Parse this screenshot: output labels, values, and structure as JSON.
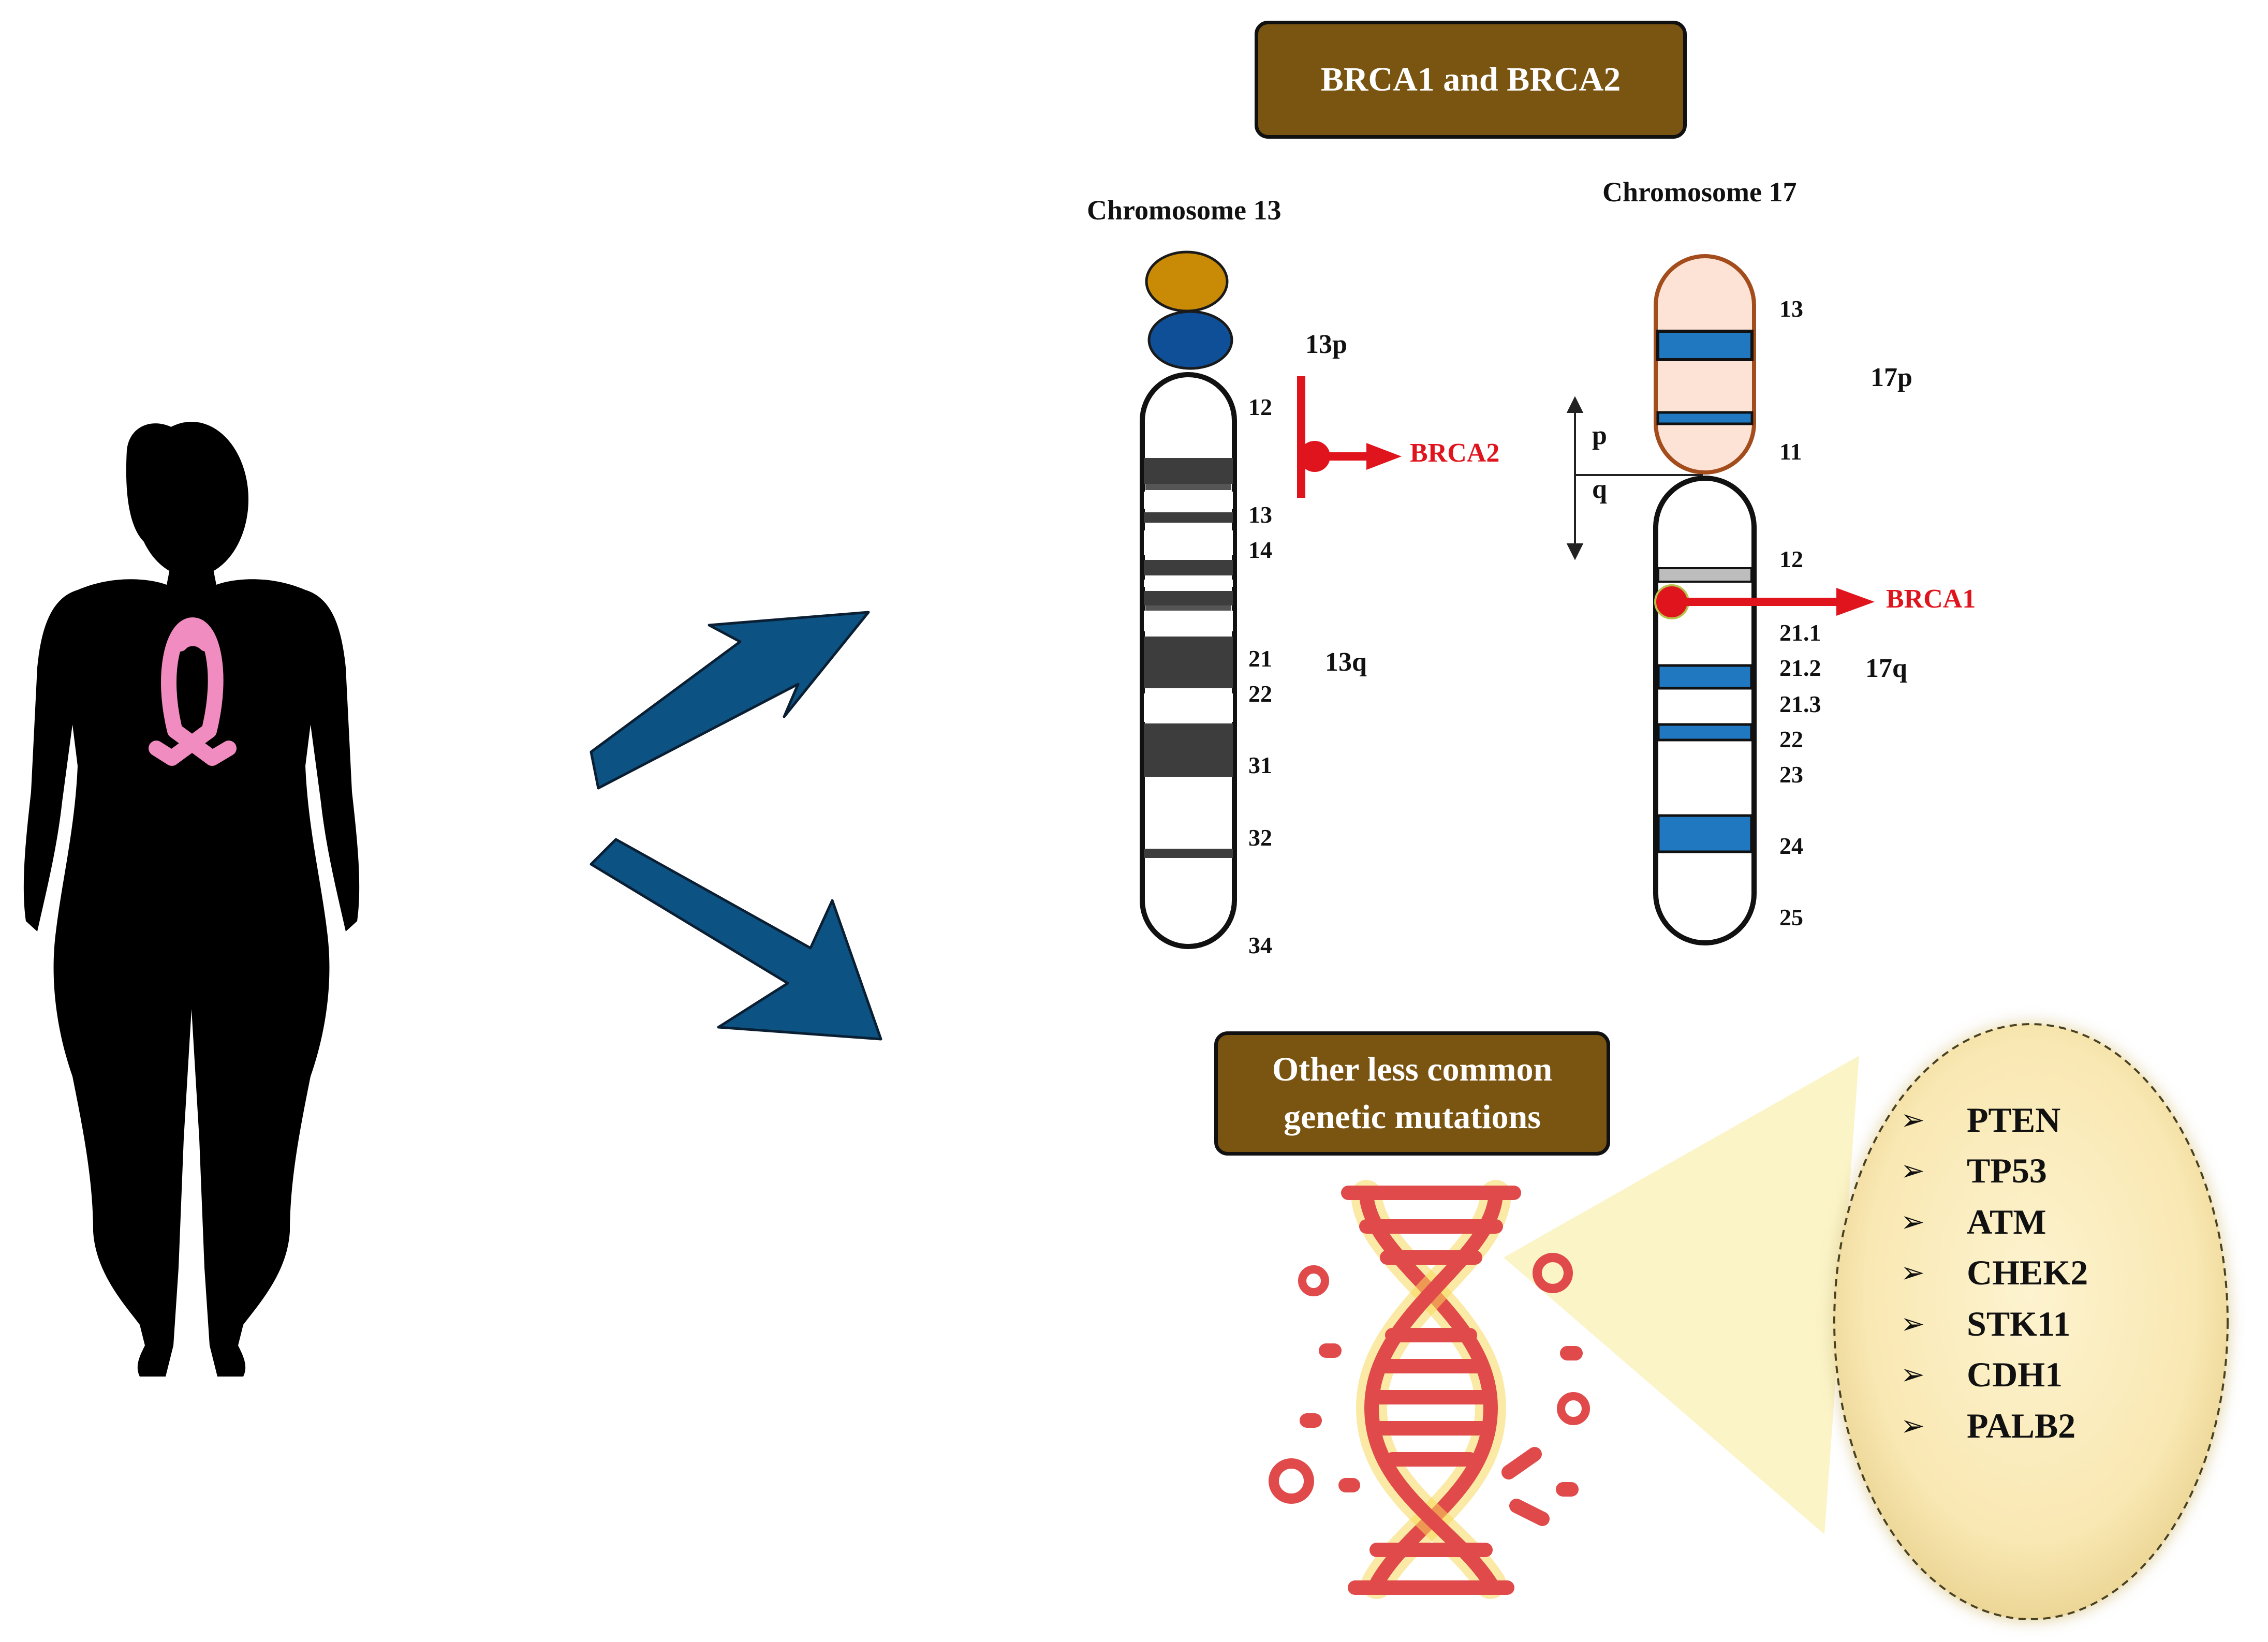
{
  "header": {
    "title": "BRCA1 and BRCA2"
  },
  "chromosome13": {
    "title": "Chromosome 13",
    "bands": [
      "12",
      "13",
      "14",
      "21",
      "22",
      "31",
      "32",
      "34"
    ],
    "arm_p": "13p",
    "arm_q": "13q",
    "gene": "BRCA2"
  },
  "chromosome17": {
    "title": "Chromosome 17",
    "bands": [
      "13",
      "11",
      "12",
      "21.1",
      "21.2",
      "21.3",
      "22",
      "23",
      "24",
      "25"
    ],
    "arm_p": "17p",
    "arm_q": "17q",
    "axis_p": "p",
    "axis_q": "q",
    "gene": "BRCA1"
  },
  "other_mutations": {
    "title": "Other less common genetic mutations",
    "bullet": "➢",
    "genes": [
      "PTEN",
      "TP53",
      "ATM",
      "CHEK2",
      "STK11",
      "CDH1",
      "PALB2"
    ]
  },
  "colors": {
    "box_fill": "#7a5512",
    "arrow_blue": "#0c5282",
    "ribbon_pink": "#f08cbf",
    "gene_red": "#e0141c",
    "band_dark": "#3d3d3d",
    "band_blue": "#1f78c0",
    "chr17_p_fill": "#fde3d6",
    "chr17_p_stroke": "#a44d1c",
    "dna_red": "#e04a4a",
    "spotlight": "#fbf0c4"
  },
  "icons": [
    "woman-silhouette-icon",
    "pink-ribbon-icon",
    "arrow-up-right-icon",
    "arrow-down-right-icon",
    "dna-icon"
  ]
}
